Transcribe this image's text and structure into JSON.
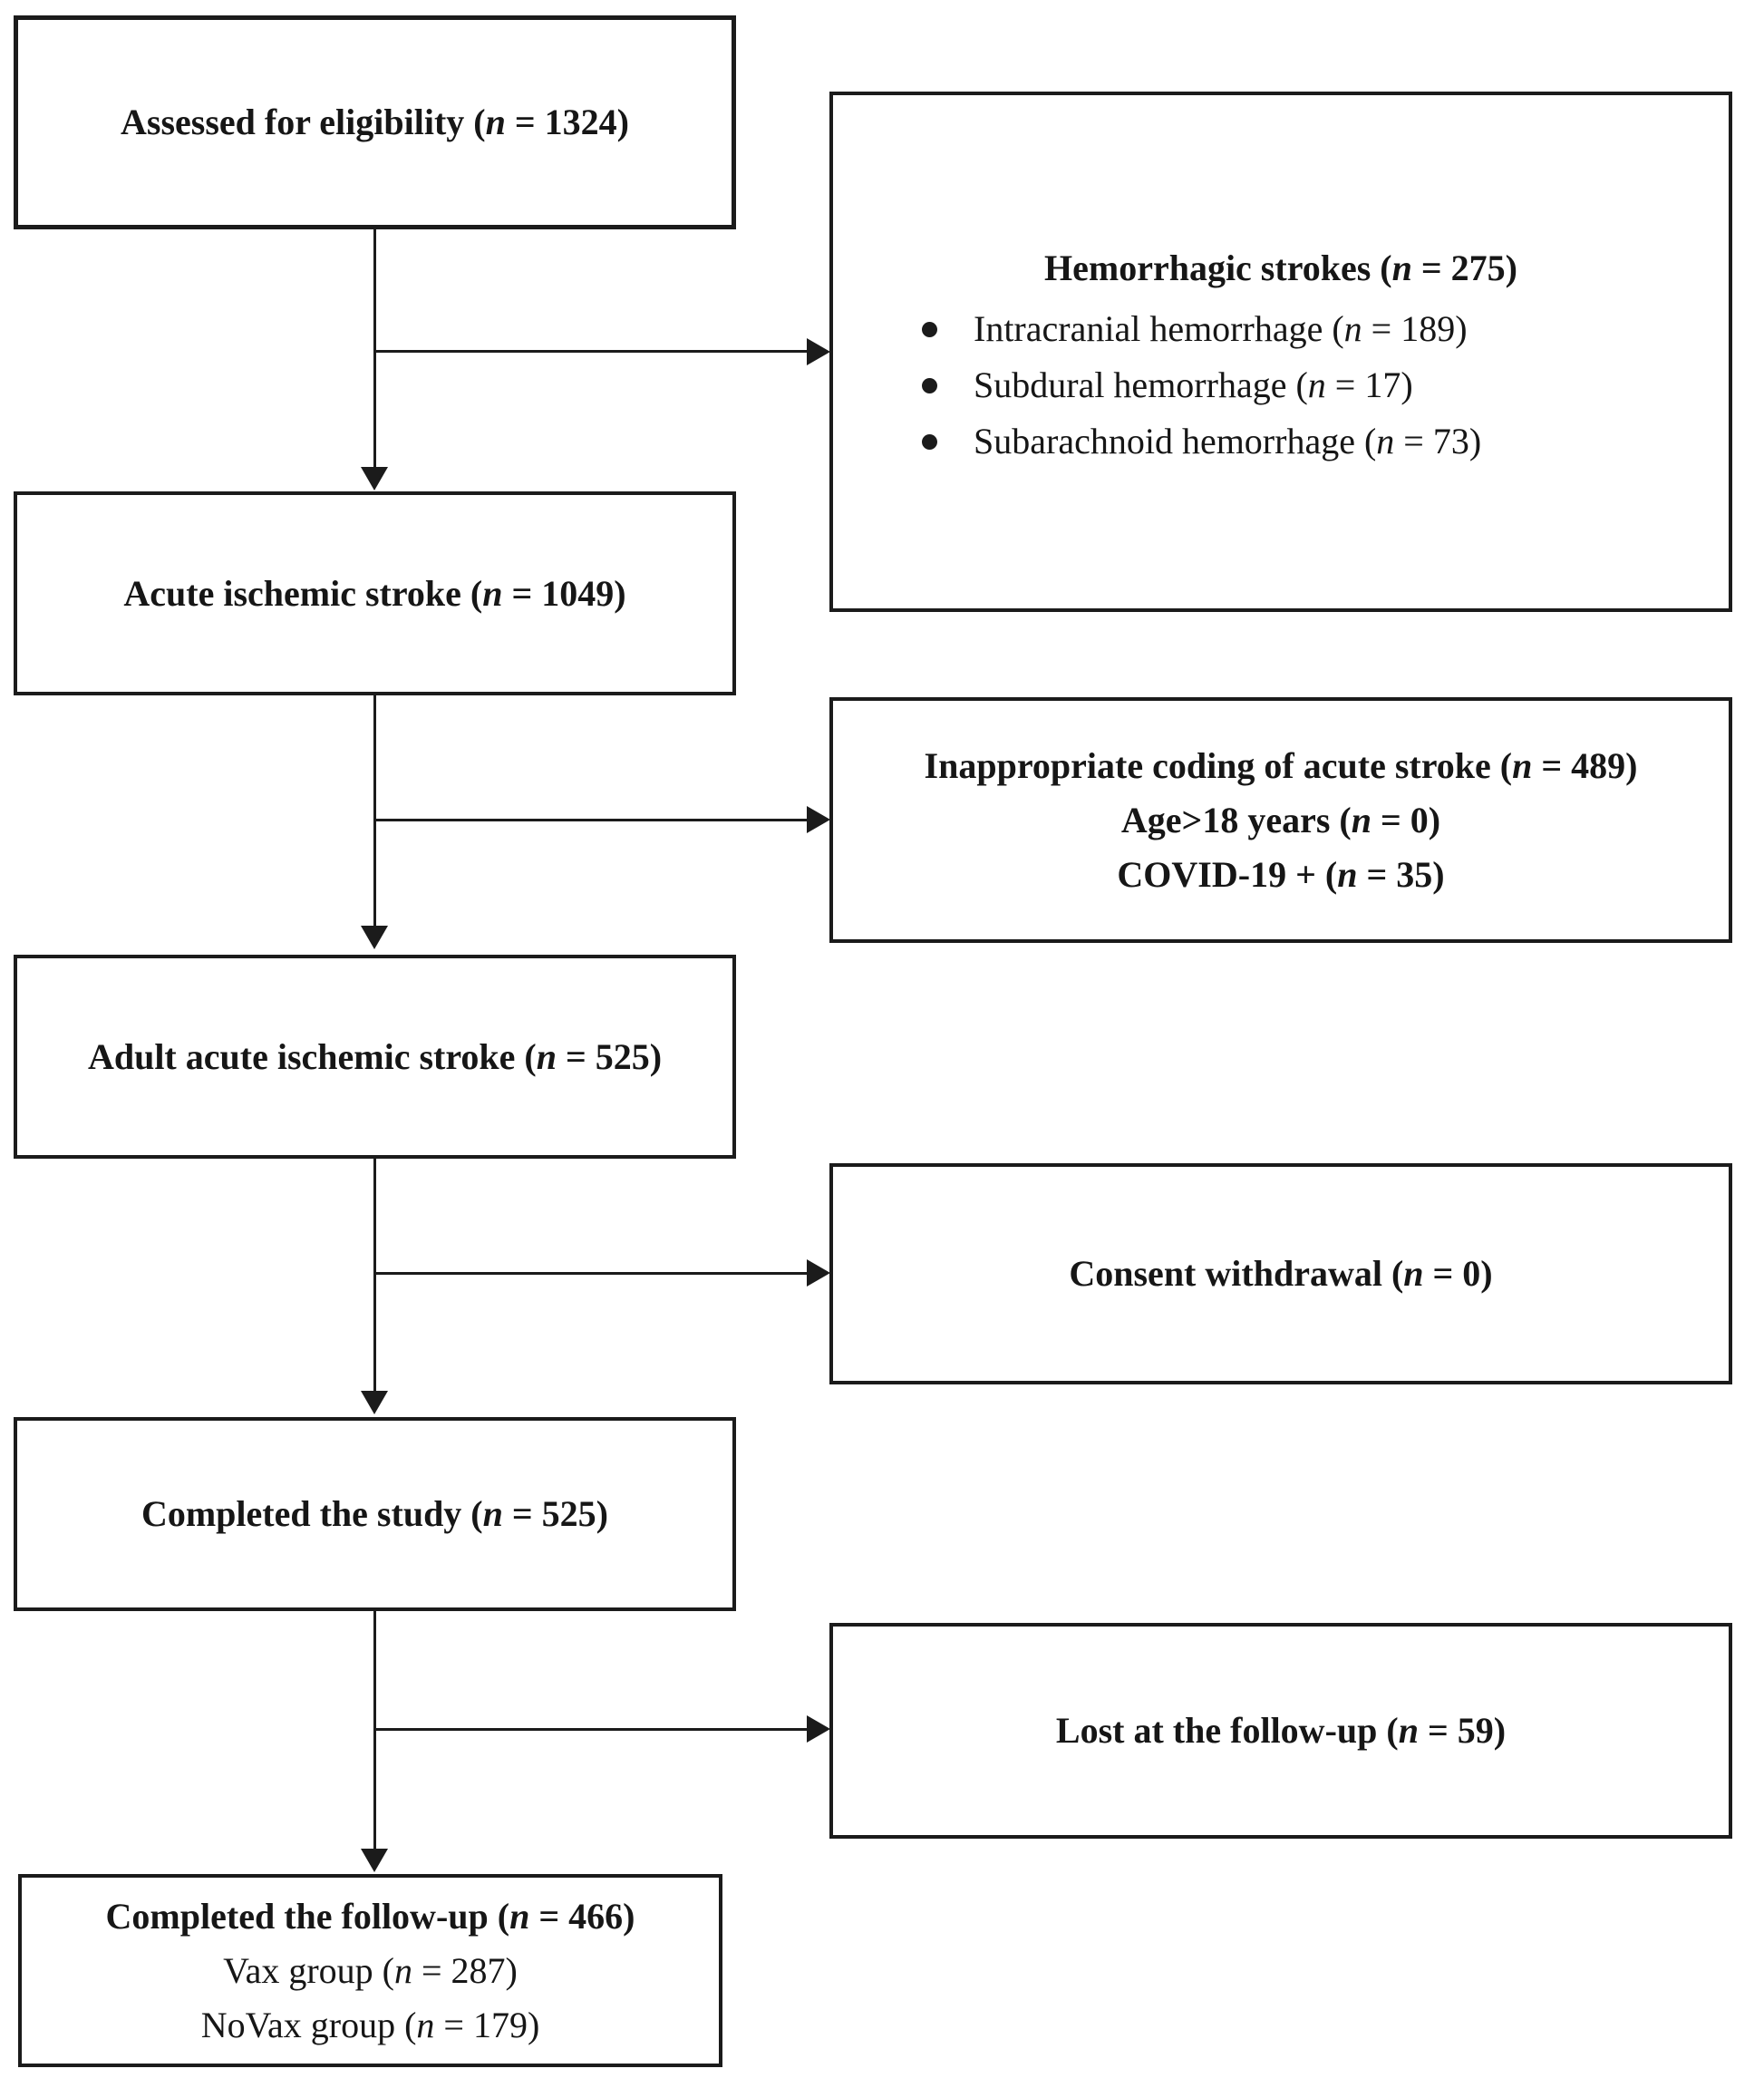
{
  "boxes": {
    "eligibility": {
      "label": "Assessed for eligibility (n = 1324)"
    },
    "hemorrhagic": {
      "title": "Hemorrhagic strokes (n = 275)",
      "bullets": [
        "Intracranial hemorrhage (n = 189)",
        "Subdural hemorrhage (n = 17)",
        "Subarachnoid hemorrhage (n = 73)"
      ]
    },
    "acute": {
      "label": "Acute ischemic stroke (n = 1049)"
    },
    "coding": {
      "line1": "Inappropriate coding of acute stroke (n = 489)",
      "line2": "Age>18 years (n = 0)",
      "line3": "COVID-19 + (n = 35)"
    },
    "adult": {
      "label": "Adult acute ischemic stroke (n = 525)"
    },
    "consent": {
      "label": "Consent withdrawal (n = 0)"
    },
    "completed_study": {
      "label": "Completed the study (n = 525)"
    },
    "lost": {
      "label": "Lost at the follow-up (n = 59)"
    },
    "completed_followup": {
      "title": "Completed the follow-up (n = 466)",
      "vax": "Vax group (n = 287)",
      "novax": "NoVax group (n = 179)"
    }
  },
  "colors": {
    "line": "#1b1b1b",
    "text": "#161616",
    "background": "#ffffff"
  }
}
